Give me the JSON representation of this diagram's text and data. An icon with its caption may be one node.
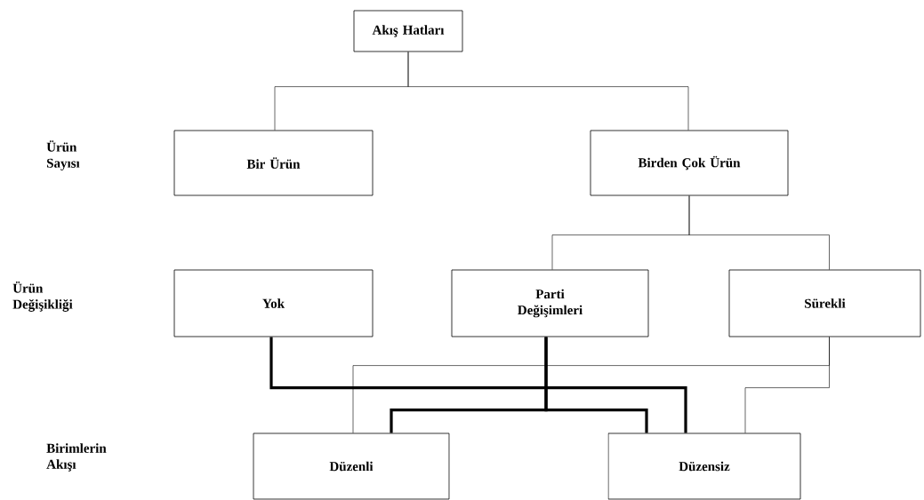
{
  "diagram": {
    "nodes": [
      {
        "text": [
          "Akış Hatları"
        ]
      },
      {
        "text": [
          "Bir Ürün"
        ]
      },
      {
        "text": [
          "Birden Çok Ürün"
        ]
      },
      {
        "text": [
          "Yok"
        ]
      },
      {
        "text": [
          "Parti Değişimleri"
        ]
      },
      {
        "text": [
          "Sürekli"
        ]
      },
      {
        "text": [
          "Düzenli"
        ]
      },
      {
        "text": [
          "Düzensiz"
        ]
      }
    ],
    "edges": [
      {
        "from": 0,
        "to": 1,
        "arrow": "none"
      },
      {
        "from": 0,
        "to": 2,
        "arrow": "none"
      },
      {
        "from": 2,
        "to": 4,
        "arrow": "none"
      },
      {
        "from": 2,
        "to": 5,
        "arrow": "none"
      },
      {
        "from": 3,
        "to": 7,
        "arrow": "none",
        "style": "thick"
      },
      {
        "from": 4,
        "to": 6,
        "arrow": "none",
        "style": "thick"
      },
      {
        "from": 4,
        "to": 7,
        "arrow": "none",
        "style": "thick"
      },
      {
        "from": 5,
        "to": 6,
        "arrow": "none"
      },
      {
        "from": 5,
        "to": 7,
        "arrow": "none"
      }
    ],
    "labels": [
      "Ürün Sayısı",
      "Ürün Değişikliği",
      "Birimlerin Akışı"
    ]
  }
}
